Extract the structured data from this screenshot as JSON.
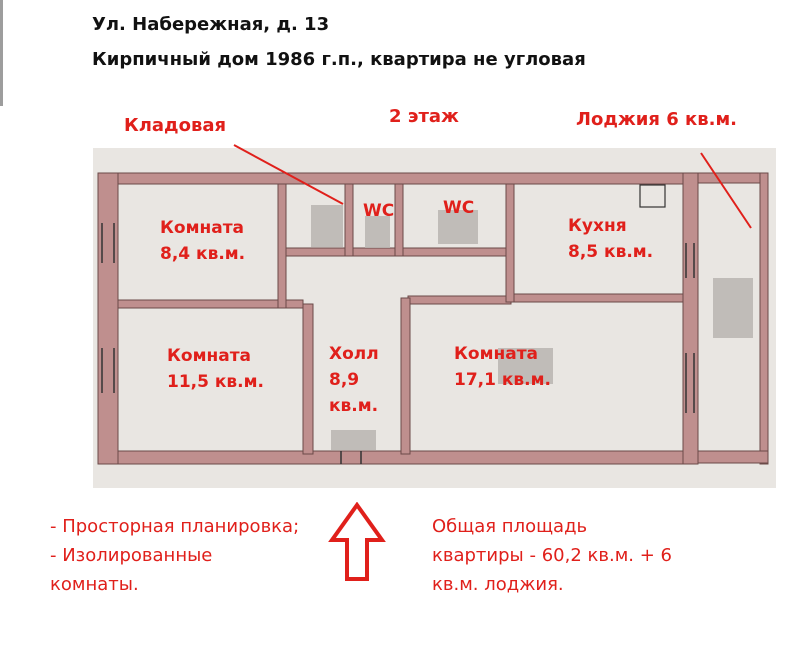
{
  "header": {
    "address": "Ул. Набережная, д. 13",
    "description": "Кирпичный дом 1986 г.п., квартира не угловая"
  },
  "labels": {
    "storage": "Кладовая",
    "floor": "2 этаж",
    "loggia": "Лоджия 6 кв.м."
  },
  "rooms": {
    "room1_name": "Комната",
    "room1_area": "8,4 кв.м.",
    "wc1": "WC",
    "wc2": "WC",
    "kitchen_name": "Кухня",
    "kitchen_area": "8,5 кв.м.",
    "room2_name": "Комната",
    "room2_area": "11,5 кв.м.",
    "hall_name": "Холл",
    "hall_area_num": "8,9",
    "hall_area_unit": "кв.м.",
    "room3_name": "Комната",
    "room3_area": "17,1 кв.м."
  },
  "notes": {
    "features_line1": "- Просторная планировка;",
    "features_line2": "- Изолированные",
    "features_line3": "комнаты.",
    "total_line1": "Общая площадь",
    "total_line2": "квартиры - 60,2 кв.м. + 6",
    "total_line3": "кв.м. лоджия."
  },
  "colors": {
    "accent_red": "#e0201b",
    "wall": "#bf8f8e",
    "paper": "#e9e6e2"
  }
}
